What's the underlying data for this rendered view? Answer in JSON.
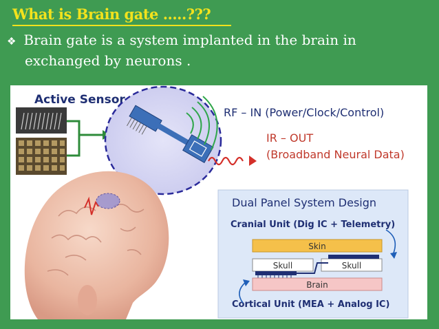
{
  "slide": {
    "title": "What is Brain gate .....???",
    "bullet_icon": "four-diamond-bullet-icon",
    "bullet_line1": "Brain gate is a system implanted in the brain in",
    "bullet_line2": "exchanged by neurons ."
  },
  "figure": {
    "active_sensor": "Active Sensor",
    "rf_in": "RF – IN (Power/Clock/Control)",
    "ir_out": "IR – OUT",
    "ir_out_detail": "(Broadband Neural Data)",
    "panel": {
      "title": "Dual Panel System Design",
      "cranial_unit": "Cranial Unit (Dig IC + Telemetry)",
      "skin": "Skin",
      "skull_left": "Skull",
      "skull_right": "Skull",
      "brain": "Brain",
      "cortical_unit": "Cortical Unit (MEA + Analog IC)"
    }
  },
  "colors": {
    "background": "#3f9b52",
    "title": "#f2e21d",
    "text": "#ffffff",
    "figure_heading": "#1f2f73",
    "callout_text": "#c0392b",
    "panel_bg": "#dde8f8"
  }
}
